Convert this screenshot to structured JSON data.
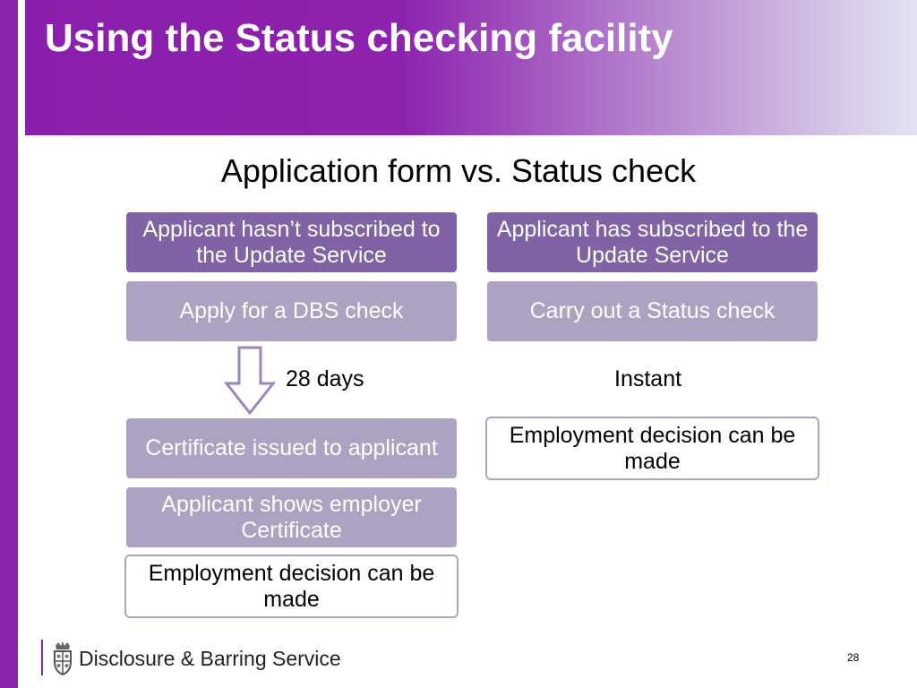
{
  "slide": {
    "title": "Using the Status checking facility",
    "subtitle": "Application form vs. Status check",
    "page_number": "28"
  },
  "colors": {
    "accent": "#8b25ad",
    "box_dark": "#8063a4",
    "box_light": "#aea2c3"
  },
  "left_column": {
    "header": "Applicant hasn’t subscribed to the Update Service",
    "step1": "Apply for a DBS check",
    "duration": "28 days",
    "step2": "Certificate issued to applicant",
    "step3": "Applicant shows employer Certificate",
    "outcome": "Employment decision can be made"
  },
  "right_column": {
    "header": "Applicant has subscribed to the Update Service",
    "step1": "Carry out a Status check",
    "duration": "Instant",
    "outcome": "Employment decision can be made"
  },
  "footer": {
    "logo_icon": "crest-icon",
    "organisation": "Disclosure & Barring Service"
  }
}
